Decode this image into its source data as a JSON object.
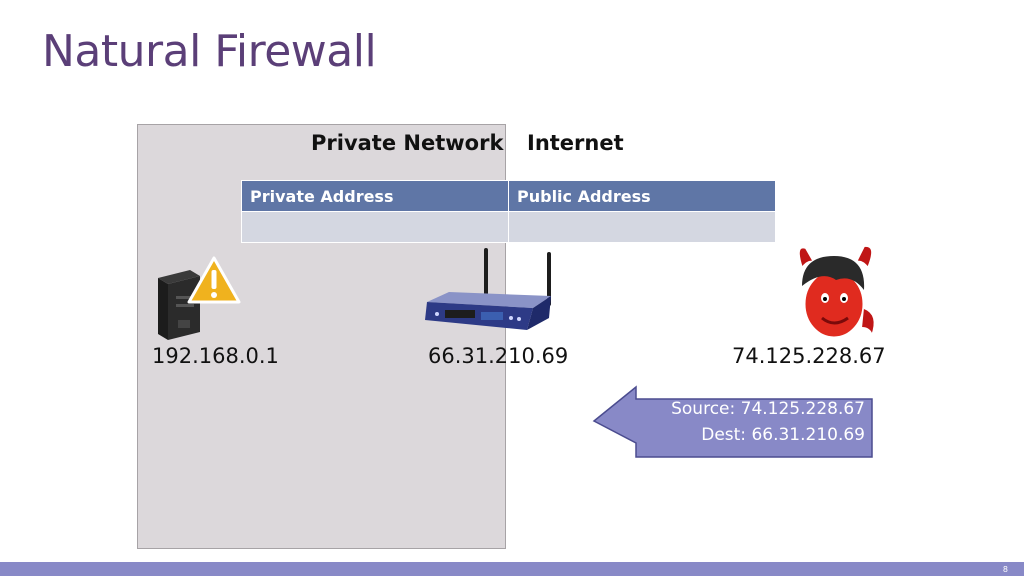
{
  "slide": {
    "title": "Natural Firewall",
    "page_number": "8"
  },
  "regions": {
    "private_label": "Private Network",
    "internet_label": "Internet"
  },
  "nat_table": {
    "headers": [
      "Private Address",
      "Public Address"
    ],
    "rows": [
      [
        "",
        ""
      ]
    ]
  },
  "devices": {
    "local_host_ip": "192.168.0.1",
    "router_ip": "66.31.210.69",
    "remote_host_ip": "74.125.228.67"
  },
  "packet": {
    "source_line": "Source: 74.125.228.67",
    "dest_line": "Dest: 66.31.210.69"
  },
  "colors": {
    "title": "#5b3f78",
    "table_header": "#5f76a6",
    "table_row": "#d4d7e1",
    "private_region": "#dcd8db",
    "packet_fill": "#8889c7",
    "footer": "#8889c7"
  }
}
